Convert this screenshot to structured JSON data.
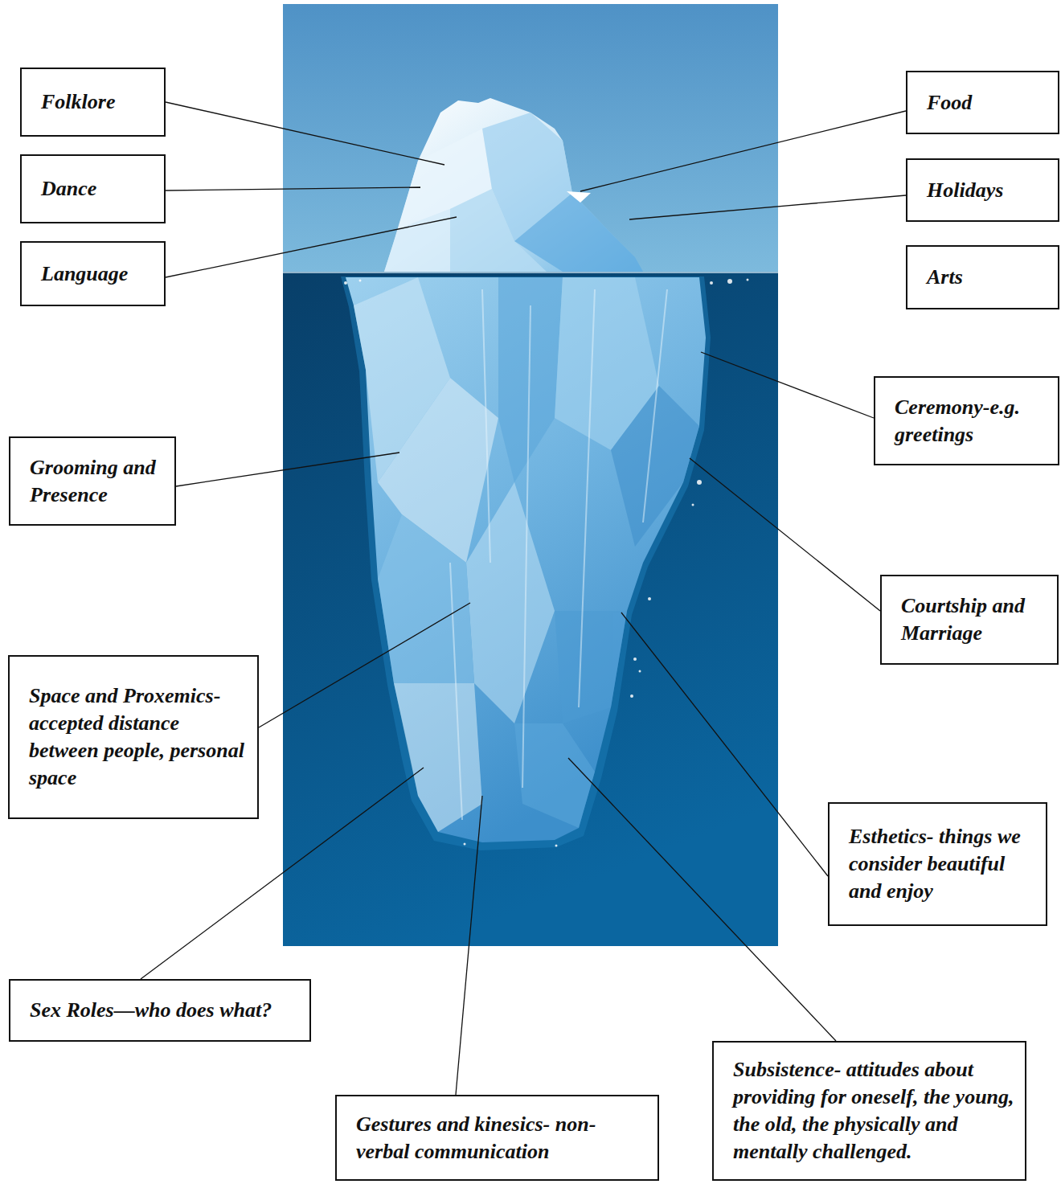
{
  "diagram": {
    "nodes": [
      {
        "text": [
          "Folklore"
        ]
      },
      {
        "text": [
          "Food"
        ]
      },
      {
        "text": [
          "Dance"
        ]
      },
      {
        "text": [
          "Holidays"
        ]
      },
      {
        "text": [
          "Language"
        ]
      },
      {
        "text": [
          "Arts"
        ]
      },
      {
        "text": [
          "Ceremony-e.g. greetings"
        ]
      },
      {
        "text": [
          "Grooming and Presence"
        ]
      },
      {
        "text": [
          "Courtship and Marriage"
        ]
      },
      {
        "text": [
          "Space and Proxemics- accepted distance between people, personal space"
        ]
      },
      {
        "text": [
          "Esthetics- things we consider beautiful and enjoy"
        ]
      },
      {
        "text": [
          "Sex Roles—who does what?"
        ]
      },
      {
        "text": [
          "Subsistence- attitudes about providing for oneself, the young, the old, the physically and mentally challenged."
        ]
      },
      {
        "text": [
          "Gestures and kinesics- non-verbal communication"
        ]
      }
    ]
  }
}
